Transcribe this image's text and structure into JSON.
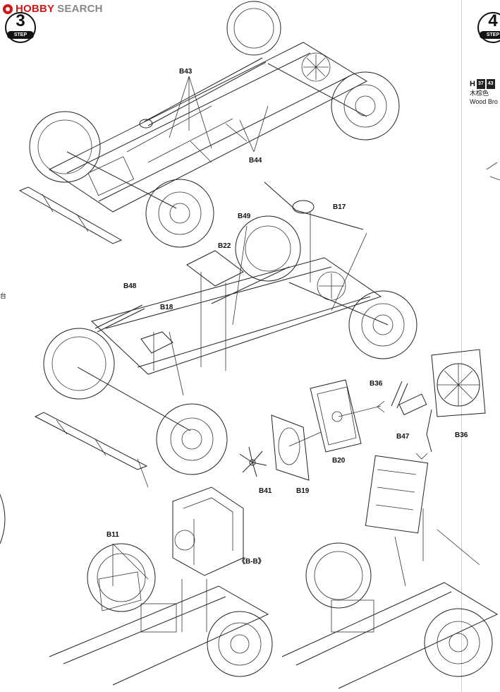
{
  "watermark": {
    "brand": "HOBBY",
    "suffix": "SEARCH"
  },
  "steps": [
    {
      "number": "3",
      "word": "STEP"
    },
    {
      "number": "4",
      "word": "STEP"
    }
  ],
  "paint": {
    "letter": "H",
    "codes": [
      "37",
      "43"
    ],
    "name_cn": "木棕色",
    "name_en": "Wood Bro"
  },
  "left_margin_text": "台",
  "callouts": {
    "b43": "B43",
    "b44": "B44",
    "b17": "B17",
    "b49": "B49",
    "b22": "B22",
    "b48": "B48",
    "b18": "B18",
    "b36a": "B36",
    "b36b": "B36",
    "b47": "B47",
    "b20": "B20",
    "b41": "B41",
    "b19": "B19",
    "b11": "B11",
    "bb": "《B-B》"
  }
}
